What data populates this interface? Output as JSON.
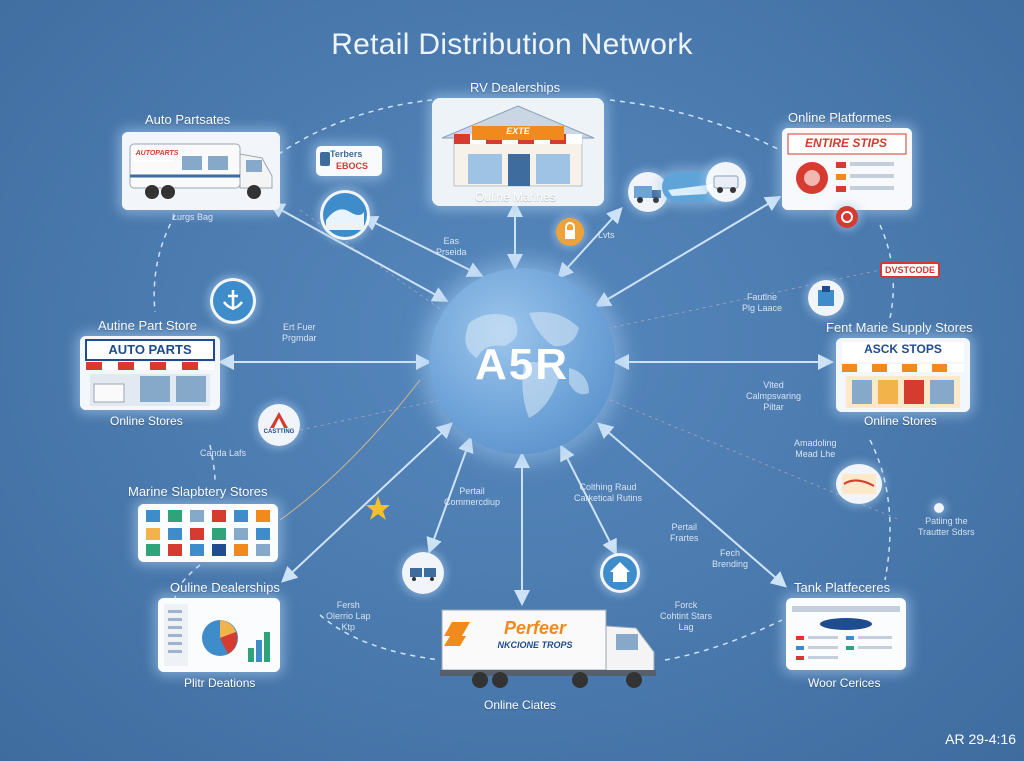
{
  "title": "Retail Distribution Network",
  "hub": {
    "label": "A5R"
  },
  "nodes": {
    "rv_dealerships": {
      "title": "RV Dealerships",
      "sign": "EXTE",
      "caption": "Ouline Marines"
    },
    "auto_partsates": {
      "title": "Auto Partsates",
      "sign": "AUTOPARTS",
      "caption": "Lurgs Bag"
    },
    "online_platforms": {
      "title": "Online Platformes",
      "sign": "ENTIRE STIPS"
    },
    "autine_part_store": {
      "title": "Autine Part Store",
      "sign": "AUTO PARTS",
      "caption": "Online Stores"
    },
    "fent_marine_supply": {
      "title": "Fent Marie Supply Stores",
      "sign": "ASCK STOPS",
      "caption": "Online Stores"
    },
    "marine_staptery": {
      "title": "Marine Slapbtery Stores"
    },
    "ouline_dealerships": {
      "title": "Ouline Dealerships",
      "caption": "Plitr Deations"
    },
    "truck": {
      "sign": "Perfeer",
      "sign_sub": "NKCIONE TROPS",
      "caption": "Online Ciates"
    },
    "tank_platforms": {
      "title": "Tank Platfeceres",
      "caption": "Woor Cerices"
    }
  },
  "small_labels": {
    "terbers": "Terbers",
    "ebocs": "EBOCS",
    "eas_prseida": "Eas\nPrseida",
    "lvts": "Lvts",
    "dvstcode": "DVSTCODE",
    "fautine_plg_laace": "Fautine\nPlg Laace",
    "eat_fuer_prgmdar": "Ert Fuer\nPrgmdar",
    "vlted_calmpsvaring_piltar": "Vlted\nCalmpsvaring\nPiltar",
    "canda_lafs": "Canda Lafs",
    "amadoling_mead_lhe": "Amadoling\nMead Lhe",
    "pertail_commercdiup": "Pertail\nCommercdiup",
    "colthing_raud_carketical_rutins": "Colthing Raud\nCarketical Rutins",
    "pertail_frartes": "Pertail\nFrartes",
    "fech_brending": "Fech\nBrending",
    "fersh_olerrio_lap_ktp": "Fersh\nOlerrio Lap\nKtp",
    "forck_cohtint_stars_lag": "Forck\nCohtint Stars\nLag",
    "patiing_the_trauttter_sdsrs": "Patiing the\nTrautter Sdsrs",
    "castting": "CASTTING"
  },
  "footer": "AR 29-4:16",
  "colors": {
    "background": "#4a79ad",
    "accent_orange": "#f08a1c",
    "accent_red": "#d63b30",
    "line": "#cfe3f6"
  }
}
